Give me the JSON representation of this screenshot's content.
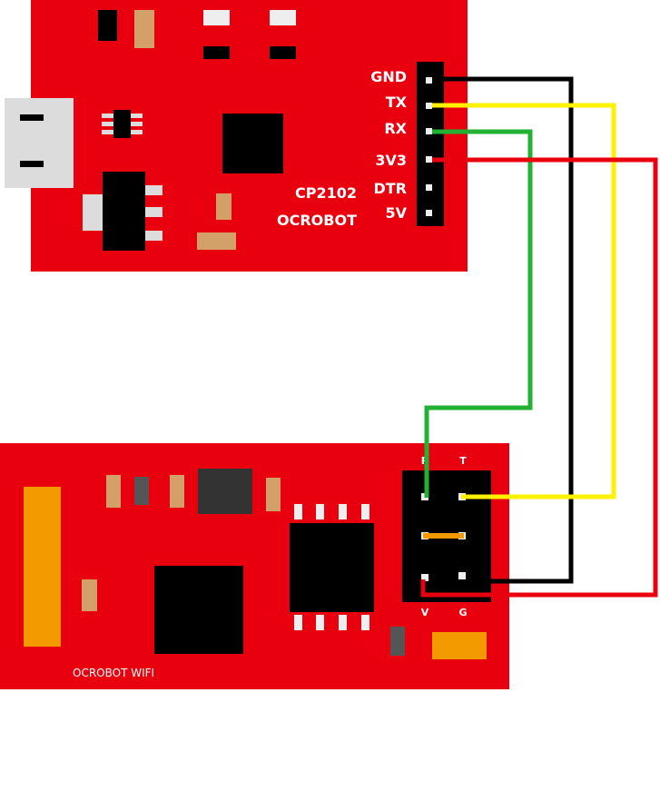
{
  "usb_board": {
    "chip_label": "CP2102",
    "brand_label": "OCROBOT",
    "pins": [
      "GND",
      "TX",
      "RX",
      "3V3",
      "DTR",
      "5V"
    ]
  },
  "wifi_board": {
    "brand_label": "OCROBOT WIFI",
    "header_top": [
      "R",
      "T"
    ],
    "header_bottom": [
      "V",
      "G"
    ]
  },
  "wires": [
    {
      "from": "GND",
      "to": "G",
      "color": "#000000"
    },
    {
      "from": "TX",
      "to": "T",
      "color": "#fff200"
    },
    {
      "from": "RX",
      "to": "R",
      "color": "#22b132"
    },
    {
      "from": "3V3",
      "to": "V",
      "color": "#e8000f"
    }
  ],
  "colors": {
    "board": "#e8000f",
    "chip": "#000000",
    "smd_pad": "#d4a06a",
    "usb_connector": "#dcdcdc",
    "antenna": "#f39a00",
    "jumper": "#f39a00"
  }
}
